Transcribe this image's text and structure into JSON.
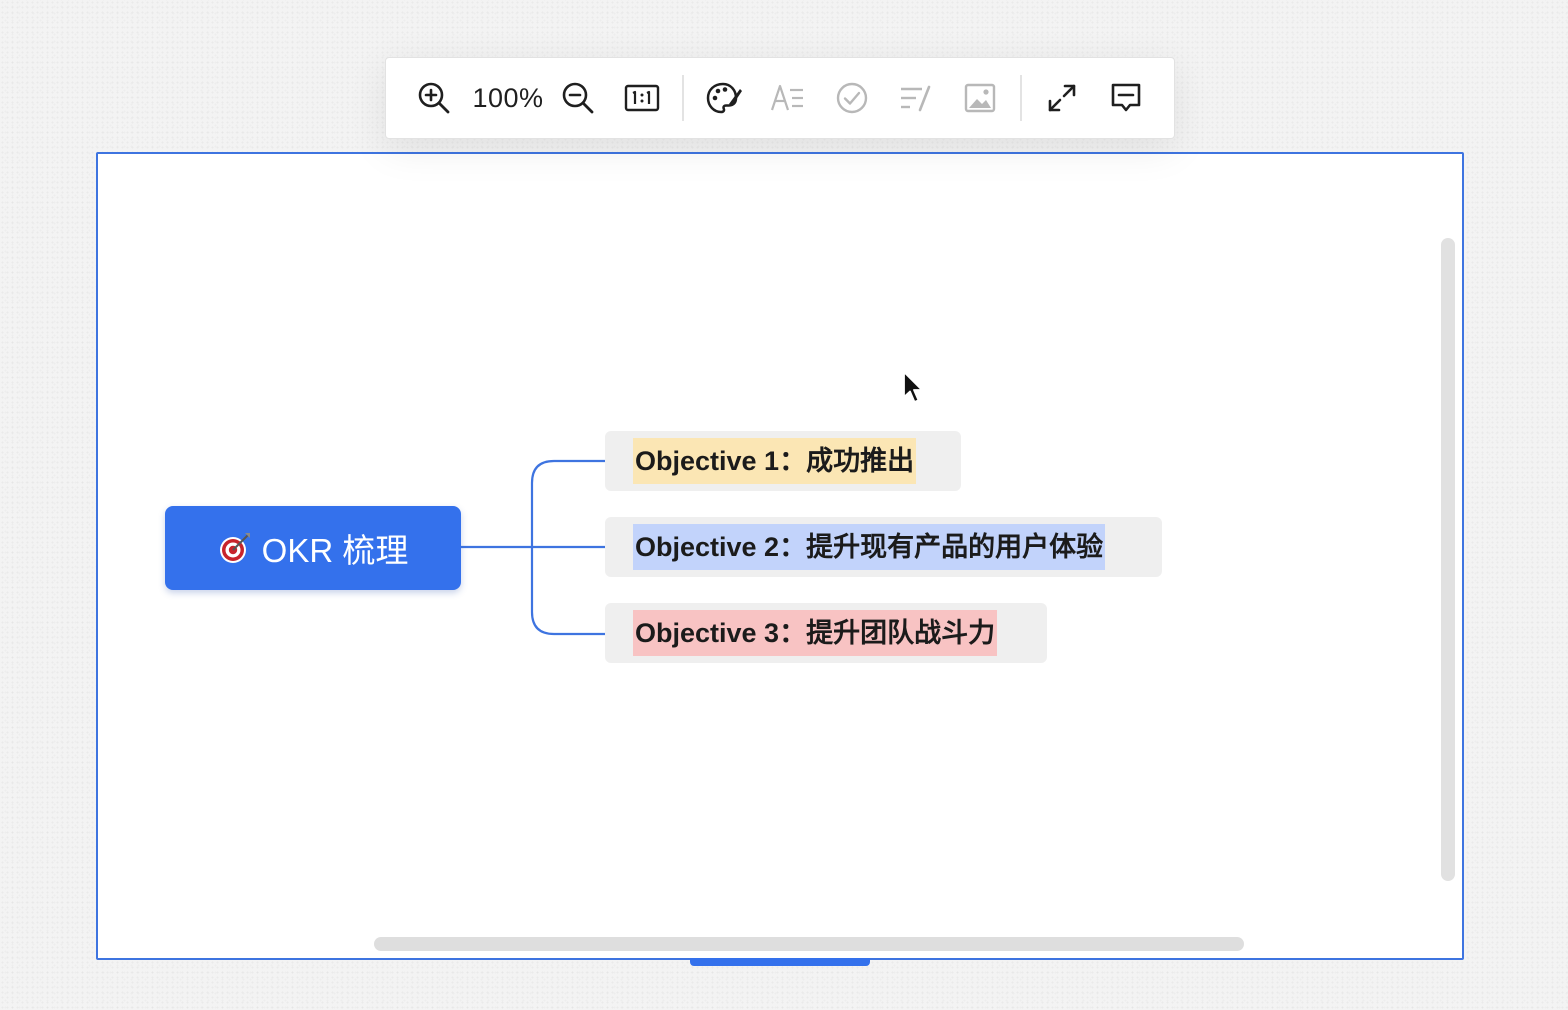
{
  "toolbar": {
    "zoom_value": "100%",
    "items": [
      {
        "name": "zoom-in",
        "icon": "zoom-in-icon",
        "enabled": true
      },
      {
        "name": "zoom-out",
        "icon": "zoom-out-icon",
        "enabled": true
      },
      {
        "name": "actual-size",
        "icon": "one-to-one-icon",
        "enabled": true
      },
      {
        "name": "theme",
        "icon": "palette-icon",
        "enabled": true
      },
      {
        "name": "text-style",
        "icon": "text-style-icon",
        "enabled": false
      },
      {
        "name": "task",
        "icon": "check-circle-icon",
        "enabled": false
      },
      {
        "name": "note",
        "icon": "note-icon",
        "enabled": false
      },
      {
        "name": "image",
        "icon": "image-icon",
        "enabled": false
      },
      {
        "name": "fullscreen",
        "icon": "expand-icon",
        "enabled": true
      },
      {
        "name": "comment",
        "icon": "comment-icon",
        "enabled": true
      }
    ]
  },
  "mindmap": {
    "root": {
      "icon": "dart-target-icon",
      "label": "OKR 梳理",
      "color": "#3471ec"
    },
    "children": [
      {
        "label": "Objective 1：成功推出",
        "highlight": "#fbe6b4"
      },
      {
        "label": "Objective 2：提升现有产品的用户体验",
        "highlight": "#c2d3fb"
      },
      {
        "label": "Objective 3：提升团队战斗力",
        "highlight": "#f8c3c3"
      }
    ],
    "connector_color": "#3e74e0"
  },
  "colors": {
    "accent": "#3471ec",
    "canvas_border": "#3e74e0",
    "icon_active": "#1f1f1f",
    "icon_disabled": "#b8b8b8"
  }
}
